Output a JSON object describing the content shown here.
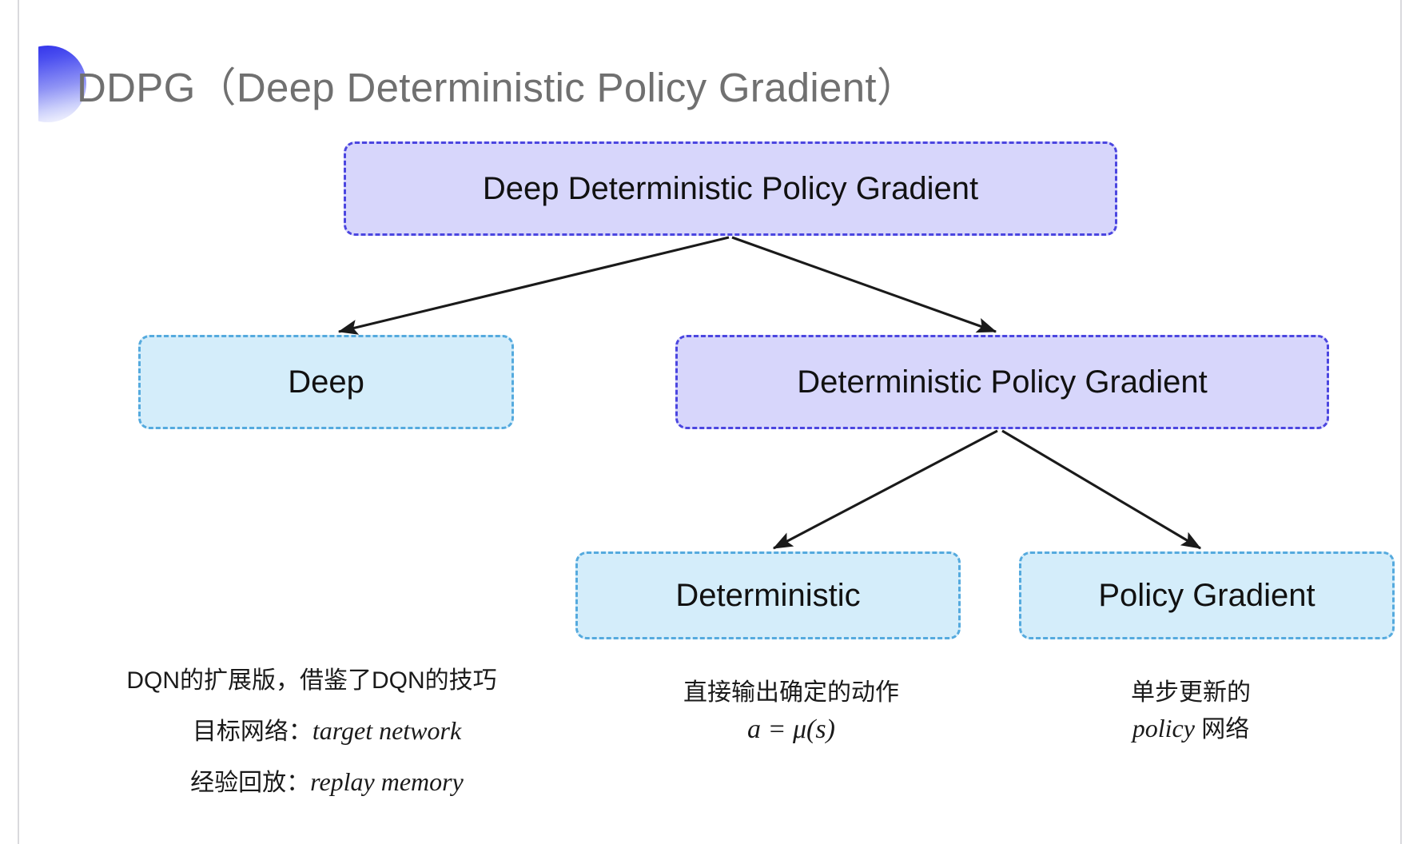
{
  "slide": {
    "title": "DDPG（Deep Deterministic Policy Gradient）",
    "background_color": "#ffffff",
    "title_color": "#707070",
    "decor_icon": "gradient-half-circle-icon"
  },
  "palette": {
    "purple_fill": "#d7d6fb",
    "purple_border": "#4b46e0",
    "blue_fill": "#d4edfa",
    "blue_border": "#55aade",
    "arrow_color": "#1a1a1a",
    "text_color": "#111111"
  },
  "diagram": {
    "type": "tree",
    "nodes": [
      {
        "id": "root",
        "label": "Deep Deterministic Policy Gradient",
        "style": "purple"
      },
      {
        "id": "deep",
        "label": "Deep",
        "style": "blue"
      },
      {
        "id": "dpg",
        "label": "Deterministic Policy Gradient",
        "style": "purple"
      },
      {
        "id": "det",
        "label": "Deterministic",
        "style": "blue"
      },
      {
        "id": "pg",
        "label": "Policy Gradient",
        "style": "blue"
      }
    ],
    "edges": [
      {
        "from": "root",
        "to": "deep"
      },
      {
        "from": "root",
        "to": "dpg"
      },
      {
        "from": "dpg",
        "to": "det"
      },
      {
        "from": "dpg",
        "to": "pg"
      }
    ]
  },
  "annotations": {
    "left": {
      "line1": "DQN的扩展版，借鉴了DQN的技巧",
      "line2_label": "目标网络：",
      "line2_term": "target network",
      "line3_label": "经验回放：",
      "line3_term": "replay memory"
    },
    "middle": {
      "line1": "直接输出确定的动作",
      "formula": "a = μ(s)"
    },
    "right": {
      "line1": "单步更新的",
      "line2_term": "policy",
      "line2_tail": " 网络"
    }
  }
}
